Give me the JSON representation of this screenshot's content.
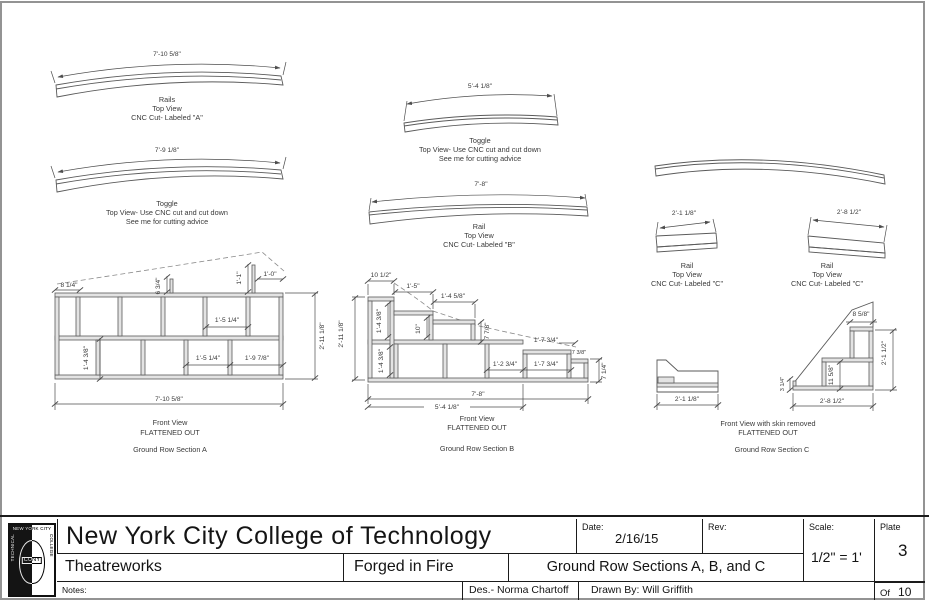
{
  "top_views": [
    {
      "dim": "7'-10 5/8\"",
      "lines": [
        "Rails",
        "Top View",
        "CNC Cut- Labeled \"A\""
      ]
    },
    {
      "dim": "7'-9 1/8\"",
      "lines": [
        "Toggle",
        "Top View- Use CNC cut and cut down",
        "See me for cutting advice"
      ]
    },
    {
      "dim": "5'-4 1/8\"",
      "lines": [
        "Toggle",
        "Top View- Use CNC cut and cut down",
        "See me for cutting advice"
      ]
    },
    {
      "dim": "7'-8\"",
      "lines": [
        "Rail",
        "Top View",
        "CNC Cut- Labeled \"B\""
      ]
    },
    {
      "dim": "2'-1 1/8\"",
      "lines": [
        "Rail",
        "Top View",
        "CNC Cut- Labeled \"C\""
      ]
    },
    {
      "dim": "2'-8 1/2\"",
      "lines": [
        "Rail",
        "Top View",
        "CNC Cut- Labeled \"C\""
      ]
    }
  ],
  "section_a": {
    "dims": {
      "d1": "8 1/4\"",
      "d2": "6 3/4\"",
      "d3": "1'-1\"",
      "d4": "1'-0\"",
      "d5": "1'-5 1/4\"",
      "d6": "1'-4 3/8\"",
      "d7": "1'-5 1/4\"",
      "d8": "1'-9 7/8\"",
      "d9": "2'-11 1/8\"",
      "d10": "7'-10 5/8\""
    },
    "labels": [
      "Front View",
      "FLATTENED OUT",
      "Ground Row Section A"
    ]
  },
  "section_b": {
    "dims": {
      "d1": "10 1/2\"",
      "d2": "1'-5\"",
      "d3": "1'-4 5/8\"",
      "d4": "2'-11 1/8\"",
      "d5": "1'-4 3/8\"",
      "d6": "10\"",
      "d7": "7 7/8\"",
      "d8": "1'-4 3/8\"",
      "d9": "1'-7 3/4\"",
      "d10": "7 3/8\"",
      "d11": "1'-2 3/4\"",
      "d12": "1'-7 3/4\"",
      "d13": "7 1/4\"",
      "d14": "7'-8\"",
      "d15": "5'-4 1/8\""
    },
    "labels": [
      "Front View",
      "FLATTENED OUT",
      "Ground Row Section B"
    ]
  },
  "section_c": {
    "dims": {
      "d1": "2'-1 1/8\"",
      "d2": "8 5/8\"",
      "d3": "2'-1 1/2\"",
      "d4": "11 5/8\"",
      "d5": "3 1/4\"",
      "d6": "2'-8 1/2\""
    },
    "labels": [
      "Front View with skin removed",
      "FLATTENED OUT",
      "Ground Row Section C"
    ]
  },
  "title_block": {
    "college": "New York City College of Technology",
    "org": "Theatreworks",
    "show": "Forged in Fire",
    "sheet_title": "Ground Row Sections A, B, and C",
    "date_label": "Date:",
    "date": "2/16/15",
    "rev_label": "Rev:",
    "scale_label": "Scale:",
    "scale": "1/2\" = 1'",
    "plate_label": "Plate",
    "plate_number": "3",
    "of_label": "Of",
    "plate_total": "10",
    "notes_label": "Notes:",
    "designer": "Des.- Norma Chartoff",
    "drawn_by": "Drawn By: Will Griffith",
    "logo": {
      "top": "NEW YORK CITY",
      "left": "TECHNICAL",
      "right": "COLLEGE",
      "center": "CUNY"
    }
  },
  "colors": {
    "line": "#4d4d4d",
    "band_fill": "#e3e3e3",
    "frame": "#939393",
    "ink": "#141414"
  }
}
